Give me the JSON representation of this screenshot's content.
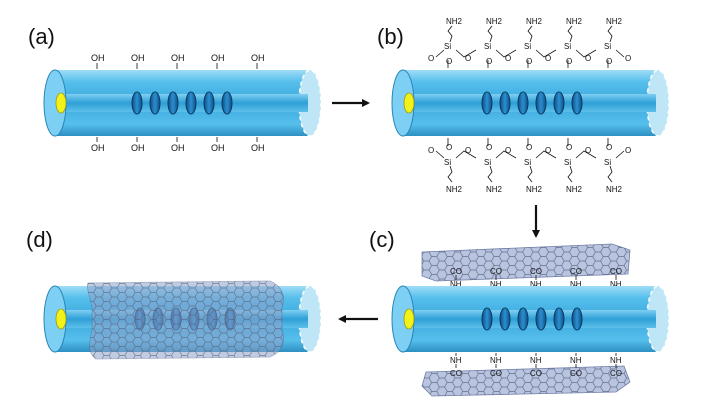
{
  "panels": {
    "a": {
      "label": "(a)",
      "group": "OH"
    },
    "b": {
      "label": "(b)",
      "amine": "NH2",
      "silicon": "Si",
      "oxygen": "O"
    },
    "c": {
      "label": "(c)",
      "amide_nh": "NH",
      "carbonyl": "CO"
    },
    "d": {
      "label": "(d)"
    }
  },
  "colors": {
    "tube": "#4fb8e8",
    "tube_dark": "#2a86b8",
    "tube_light": "#bfe8fa",
    "core": "#f2f21a",
    "ring": "#1a6fb0",
    "graphene": "#8fa3cc",
    "arrow": "#111111"
  },
  "icons": {
    "arrow": "right-arrow-icon",
    "down": "down-arrow-icon",
    "left": "left-arrow-icon"
  }
}
